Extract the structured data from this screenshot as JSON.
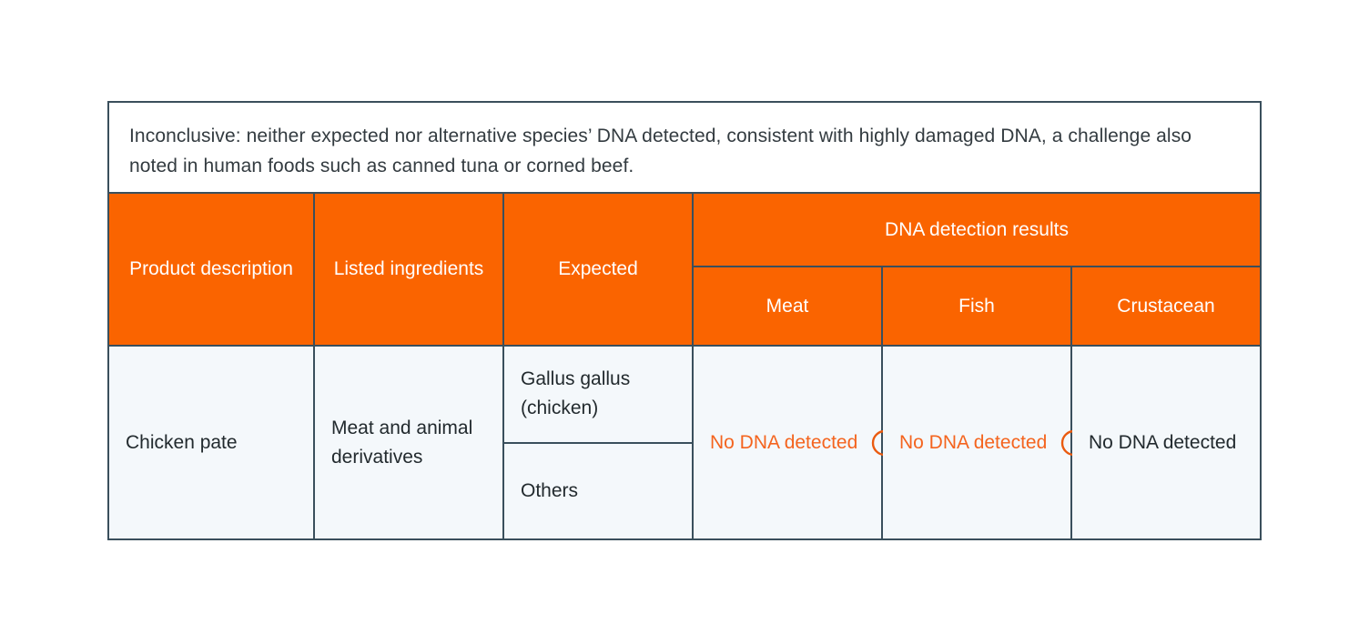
{
  "caption": {
    "text": "Inconclusive: neither expected nor alternative species’ DNA detected, consistent with highly damaged DNA, a challenge also noted in human foods such as canned tuna or corned beef."
  },
  "colors": {
    "header_background": "#FA6400",
    "header_text": "#FFFFFF",
    "body_background": "#F4F8FB",
    "border": "#3A4F5C",
    "alert_text": "#F4641E",
    "body_text": "#222A2E",
    "caption_text": "#333B40",
    "page_background": "#FFFFFF"
  },
  "table": {
    "headers": {
      "product_description": "Product description",
      "listed_ingredients": "Listed ingredients",
      "expected": "Expected",
      "dna_detection_results": "DNA detection results",
      "sub_columns": [
        "Meat",
        "Fish",
        "Crustacean"
      ]
    },
    "rows": [
      {
        "product_description": "Chicken pate",
        "listed_ingredients": "Meat and animal derivatives",
        "expected": {
          "primary": "Gallus gallus (chicken)",
          "secondary": "Others"
        },
        "results": [
          {
            "column": "Meat",
            "text": "No DNA detected",
            "alert": true,
            "icon": "warning-circle-icon"
          },
          {
            "column": "Fish",
            "text": "No DNA detected",
            "alert": true,
            "icon": "warning-circle-icon"
          },
          {
            "column": "Crustacean",
            "text": "No DNA detected",
            "alert": false,
            "icon": null
          }
        ]
      }
    ]
  }
}
